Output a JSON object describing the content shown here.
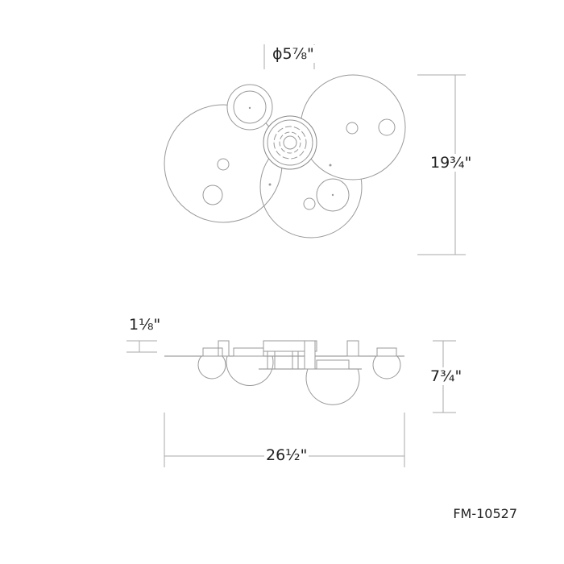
{
  "dimensions": {
    "canopy_diameter": "ϕ5⅞\"",
    "height_top_view": "19¾\"",
    "canopy_depth": "1⅛\"",
    "overall_height": "7¾\"",
    "overall_width": "26½\""
  },
  "model_number": "FM-10527"
}
